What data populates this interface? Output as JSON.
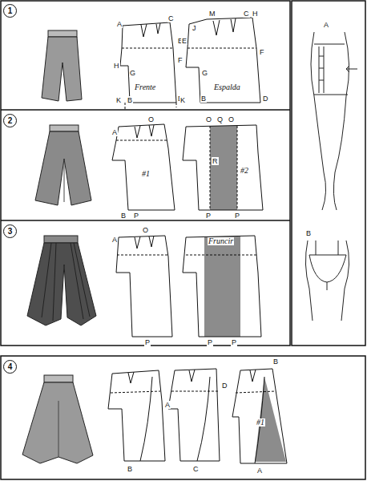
{
  "diagram": {
    "nodes": [
      {
        "text": [
          "1"
        ]
      },
      {
        "text": [
          "2"
        ]
      },
      {
        "text": [
          "3"
        ]
      },
      {
        "text": [
          "4"
        ]
      }
    ],
    "labels": [
      "A",
      "C",
      "E",
      "F",
      "H",
      "G",
      "Frente",
      "K",
      "B",
      "D",
      "M",
      "C",
      "H",
      "J",
      "E",
      "F",
      "G",
      "Espalda",
      "K",
      "B",
      "D",
      "O",
      "A",
      "#1",
      "B",
      "P",
      "O",
      "Q",
      "O",
      "R",
      "#2",
      "P",
      "P",
      "A",
      "O",
      "P",
      "Fruncir",
      "P",
      "P",
      "A",
      "B",
      "D",
      "C",
      "B",
      "#1",
      "A",
      "A",
      "B"
    ]
  }
}
